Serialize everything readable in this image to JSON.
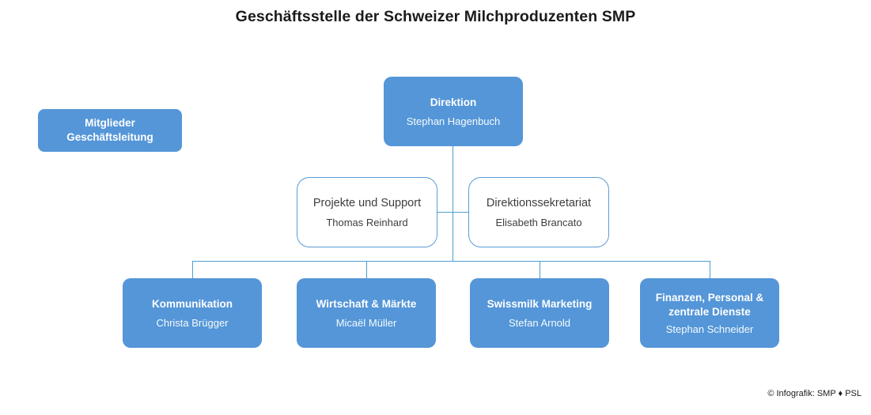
{
  "colors": {
    "box_blue": "#5496d8",
    "box_border": "#5b9bd5",
    "line_blue": "#4f9fcd",
    "title_text": "#1b1b1b",
    "outline_text": "#3d3d3d"
  },
  "header": {
    "title": "Geschäftsstelle der Schweizer Milchproduzenten SMP"
  },
  "org_chart": {
    "executive_label": {
      "title": "Mitglieder\nGeschäftsleitung"
    },
    "direktion": {
      "title": "Direktion",
      "person": "Stephan Hagenbuch"
    },
    "staff_units": [
      {
        "title": "Projekte und Support",
        "person": "Thomas Reinhard"
      },
      {
        "title": "Direktionssekretariat",
        "person": "Elisabeth Brancato"
      }
    ],
    "departments": [
      {
        "title": "Kommunikation",
        "person": "Christa Brügger"
      },
      {
        "title": "Wirtschaft & Märkte",
        "person": "Micaël Müller"
      },
      {
        "title": "Swissmilk Marketing",
        "person": "Stefan Arnold"
      },
      {
        "title": "Finanzen, Personal &\nzentrale Dienste",
        "person": "Stephan Schneider"
      }
    ]
  },
  "footer": {
    "credit": "© Infografik: SMP ♦ PSL"
  }
}
